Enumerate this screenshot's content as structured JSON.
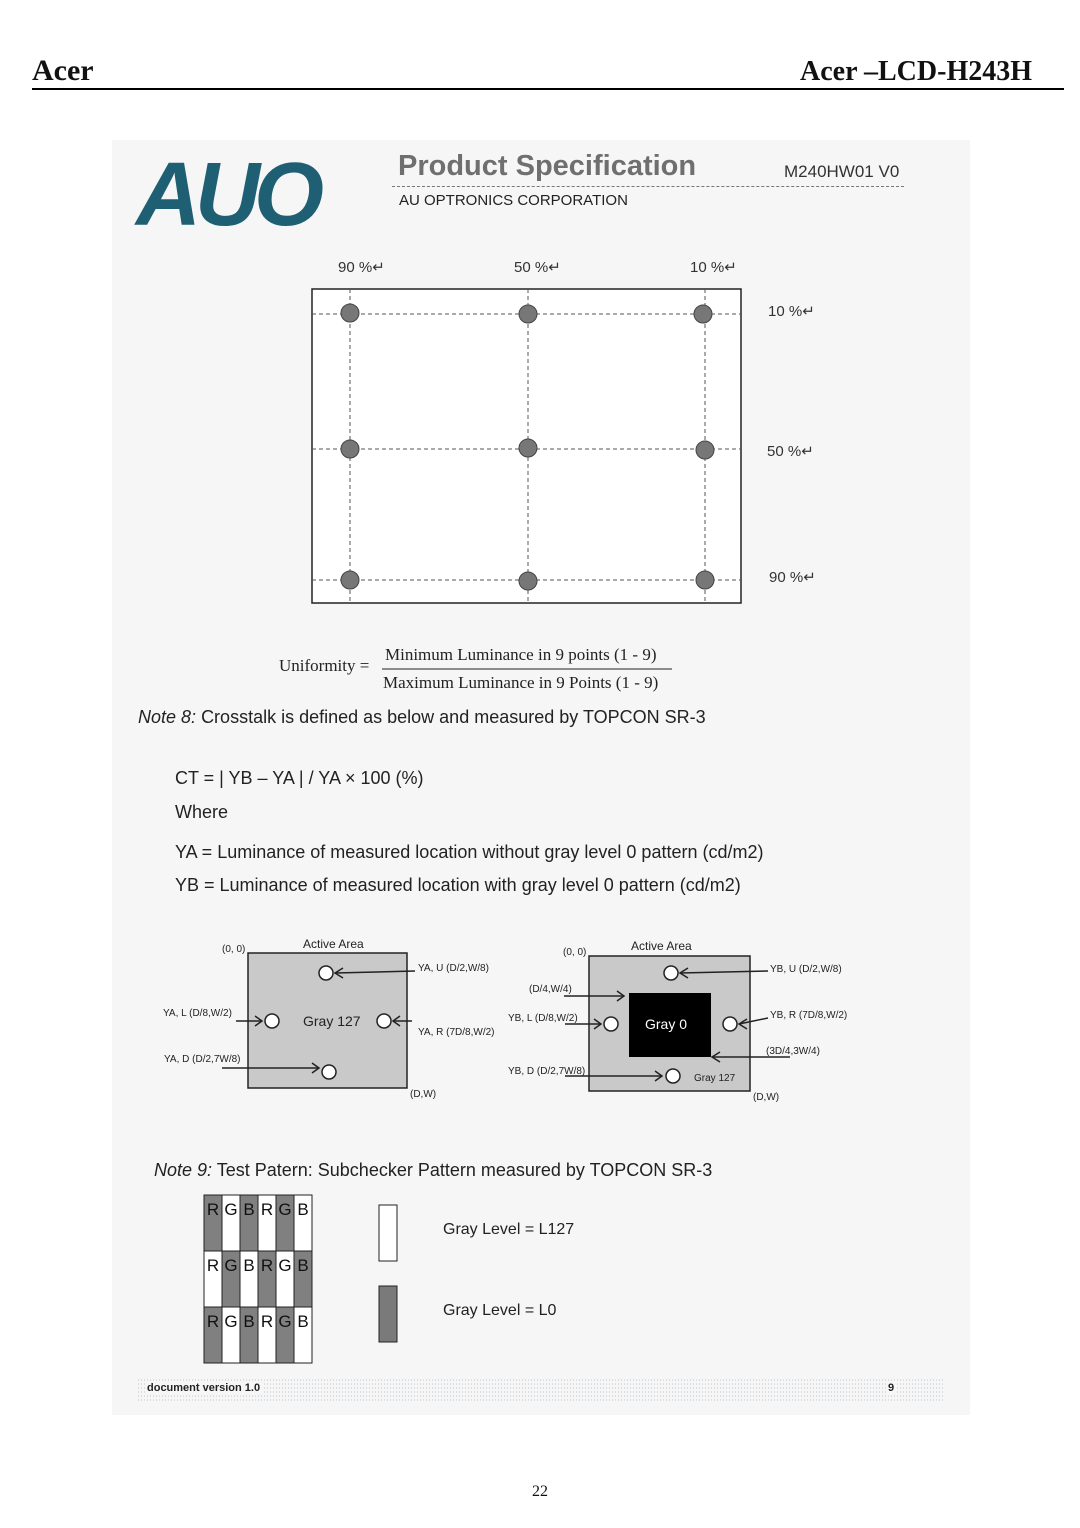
{
  "header": {
    "left": "Acer",
    "right": "Acer –LCD-H243H"
  },
  "spec": {
    "logo": "AUO",
    "title": "Product Specification",
    "model": "M240HW01 V0",
    "company": "AU OPTRONICS CORPORATION"
  },
  "grid": {
    "top_labels": [
      "90 %↵",
      "50 %↵",
      "10 %↵"
    ],
    "right_labels": [
      "10 %↵",
      "50 %↵",
      "90 %↵"
    ]
  },
  "uniformity": {
    "label": "Uniformity =",
    "numerator": "Minimum Luminance in 9 points (1 - 9)",
    "denominator": "Maximum Luminance in 9 Points (1 - 9)"
  },
  "note8": {
    "prefix": "Note 8:",
    "text": "Crosstalk is defined as below and measured by TOPCON SR-3",
    "formula": "CT = | YB – YA | / YA × 100 (%)",
    "where": "Where",
    "ya": "YA = Luminance of measured location without gray level 0 pattern (cd/m2)",
    "yb": "YB = Luminance of measured location with gray level 0 pattern (cd/m2)"
  },
  "diagram_a": {
    "origin": "(0, 0)",
    "title": "Active Area",
    "center": "Gray 127",
    "corner": "(D,W)",
    "yu": "YA, U (D/2,W/8)",
    "yl": "YA, L (D/8,W/2)",
    "yr": "YA, R (7D/8,W/2)",
    "yd": "YA, D (D/2,7W/8)"
  },
  "diagram_b": {
    "origin": "(0, 0)",
    "title": "Active Area",
    "center": "Gray 0",
    "bottom": "Gray 127",
    "corner": "(D,W)",
    "yu": "YB, U (D/2,W/8)",
    "yl": "YB, L (D/8,W/2)",
    "yr": "YB, R (7D/8,W/2)",
    "yd": "YB, D (D/2,7W/8)",
    "tl": "(D/4,W/4)",
    "br": "(3D/4,3W/4)"
  },
  "note9": {
    "prefix": "Note 9:",
    "text": "Test Patern: Subchecker Pattern measured by TOPCON SR-3",
    "rows": [
      [
        "R",
        "G",
        "B",
        "R",
        "G",
        "B"
      ],
      [
        "R",
        "G",
        "B",
        "R",
        "G",
        "B"
      ],
      [
        "R",
        "G",
        "B",
        "R",
        "G",
        "B"
      ]
    ],
    "legend_white": "Gray Level = L127",
    "legend_gray": "Gray Level = L0"
  },
  "doc_footer": {
    "version": "document version 1.0",
    "page": "9"
  },
  "page_number": "22",
  "colors": {
    "logo": "#1f5f74",
    "dot": "#777777",
    "gray127": "#c9c9c9",
    "gray0": "#000000"
  }
}
